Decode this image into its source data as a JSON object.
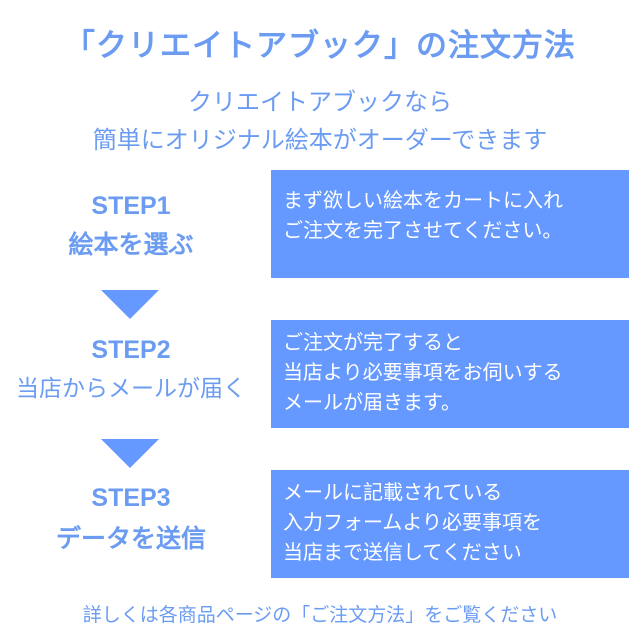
{
  "title": "「クリエイトアブック」の注文方法",
  "subtitle": [
    "クリエイトアブックなら",
    "簡単にオリジナル絵本がオーダーできます"
  ],
  "steps": [
    {
      "label": "STEP1",
      "name": "絵本を選ぶ",
      "lines": [
        "まず欲しい絵本をカートに入れ",
        "ご注文を完了させてください。"
      ]
    },
    {
      "label": "STEP2",
      "name": "当店からメールが届く",
      "lines": [
        "ご注文が完了すると",
        "当店より必要事項をお伺いする",
        "メールが届きます。"
      ]
    },
    {
      "label": "STEP3",
      "name": "データを送信",
      "lines": [
        "メールに記載されている",
        "入力フォームより必要事項を",
        "当店まで送信してください"
      ]
    }
  ],
  "footer": "詳しくは各商品ページの「ご注文方法」をご覧ください",
  "colors": {
    "accent": "#6699ff",
    "text": "#6b9cf2"
  }
}
